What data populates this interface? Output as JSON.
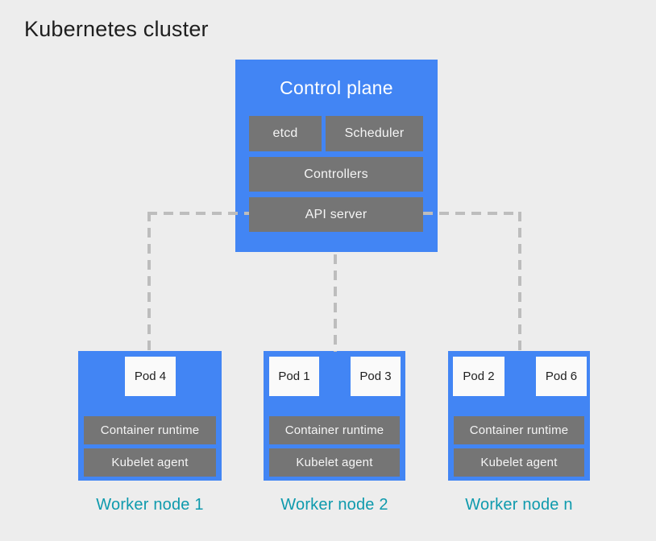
{
  "title": "Kubernetes cluster",
  "colors": {
    "background": "#EDEDED",
    "node_blue": "#4285F4",
    "component_gray": "#757575",
    "pod_white": "#FAFAFA",
    "connector_dash_gray": "#BDBDBD",
    "worker_label_teal": "#0E9AAD",
    "title_text": "#1E1E1E",
    "light_text": "#FFFFFF"
  },
  "control_plane": {
    "title": "Control plane",
    "components": {
      "etcd": "etcd",
      "scheduler": "Scheduler",
      "controllers": "Controllers",
      "api_server": "API server"
    }
  },
  "worker_nodes": [
    {
      "label": "Worker node 1",
      "pods": [
        "Pod 4"
      ],
      "components": [
        "Container runtime",
        "Kubelet agent"
      ]
    },
    {
      "label": "Worker node 2",
      "pods": [
        "Pod 1",
        "Pod 3"
      ],
      "components": [
        "Container runtime",
        "Kubelet agent"
      ]
    },
    {
      "label": "Worker node n",
      "pods": [
        "Pod 2",
        "Pod 6"
      ],
      "components": [
        "Container runtime",
        "Kubelet agent"
      ]
    }
  ]
}
